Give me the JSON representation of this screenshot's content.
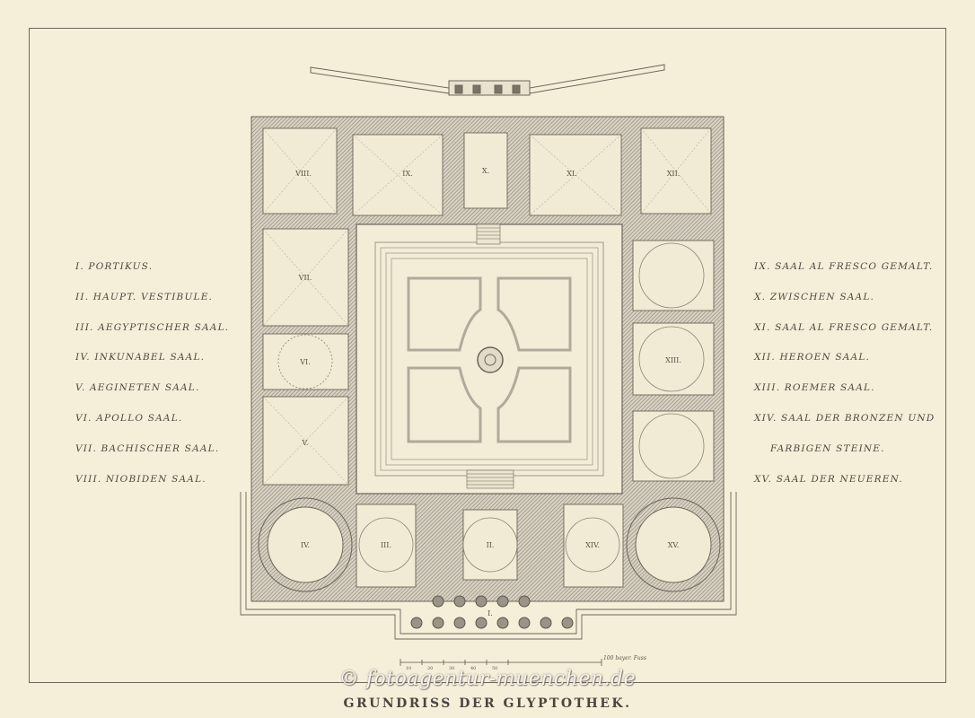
{
  "legend_left": [
    "I. PORTIKUS.",
    "II. HAUPT. VESTIBULE.",
    "III. AEGYPTISCHER SAAL.",
    "IV. INKUNABEL SAAL.",
    "V. AEGINETEN SAAL.",
    "VI. APOLLO SAAL.",
    "VII. BACHISCHER SAAL.",
    "VIII. NIOBIDEN SAAL."
  ],
  "legend_right": [
    "IX. SAAL AL FRESCO GEMALT.",
    "X. ZWISCHEN SAAL.",
    "XI. SAAL AL FRESCO GEMALT.",
    "XII. HEROEN SAAL.",
    "XIII. ROEMER SAAL.",
    "XIV. SAAL DER BRONZEN UND",
    "FARBIGEN STEINE.",
    "XV. SAAL DER NEUEREN."
  ],
  "room_labels": {
    "r1": "I.",
    "r2": "II.",
    "r3": "III.",
    "r4": "IV.",
    "r5": "V.",
    "r6": "VI.",
    "r7": "VII.",
    "r8": "VIII.",
    "r9": "IX.",
    "r10": "X.",
    "r11": "XI.",
    "r12": "XII.",
    "r13": "XIII.",
    "r14": "XIV.",
    "r15": "XV."
  },
  "scale_bar": {
    "unit_label": "100 bayer. Fuss",
    "ticks": [
      "10",
      "20",
      "30",
      "40",
      "50"
    ]
  },
  "watermark": "© fotoagentur-muenchen.de",
  "caption": "GRUNDRISS DER GLYPTOTHEK."
}
